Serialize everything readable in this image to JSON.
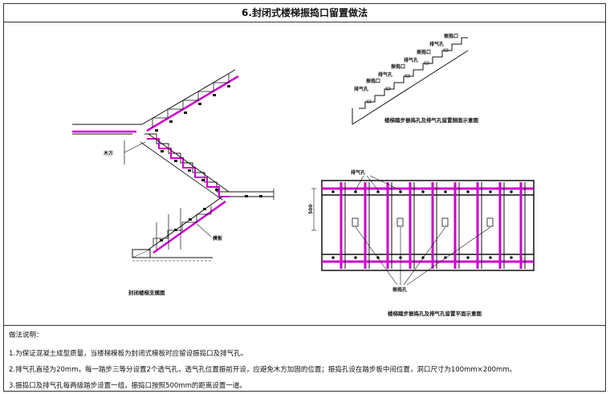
{
  "title": "6.封闭式楼梯振捣口留置做法",
  "drawing": {
    "section_labels": {
      "wood": "木方",
      "formwork": "模板"
    },
    "section_caption": "封闭楼梯支模图",
    "elevation_labels": [
      "排气孔",
      "振捣口",
      "排气孔",
      "振捣口",
      "排气孔",
      "振捣口",
      "排气孔",
      "振捣口"
    ],
    "elevation_caption": "楼梯踏步振捣孔及排气孔留置侧面示意图",
    "plan_top_label": "排气孔",
    "plan_dimension": "500",
    "plan_bottom_label": "振捣孔",
    "plan_caption": "楼梯踏步振捣孔及排气孔留置平面示意图"
  },
  "notes": {
    "heading": "做法说明：",
    "items": [
      "1.为保证混凝土成型质量，当楼梯模板为封闭式模板时应留设振捣口及排气孔。",
      "2.排气孔直径为20mm，每一踏步三等分设置2个透气孔，透气孔位置振前开设，应避免木方加固的位置；振捣孔设在踏步板中间位置，洞口尺寸为100mm×200mm。",
      "3.振捣口及排气孔每两级踏步设置一组，振捣口按照500mm的距离设置一道。"
    ]
  },
  "colors": {
    "formwork": "#cc00cc",
    "line": "#111111"
  }
}
